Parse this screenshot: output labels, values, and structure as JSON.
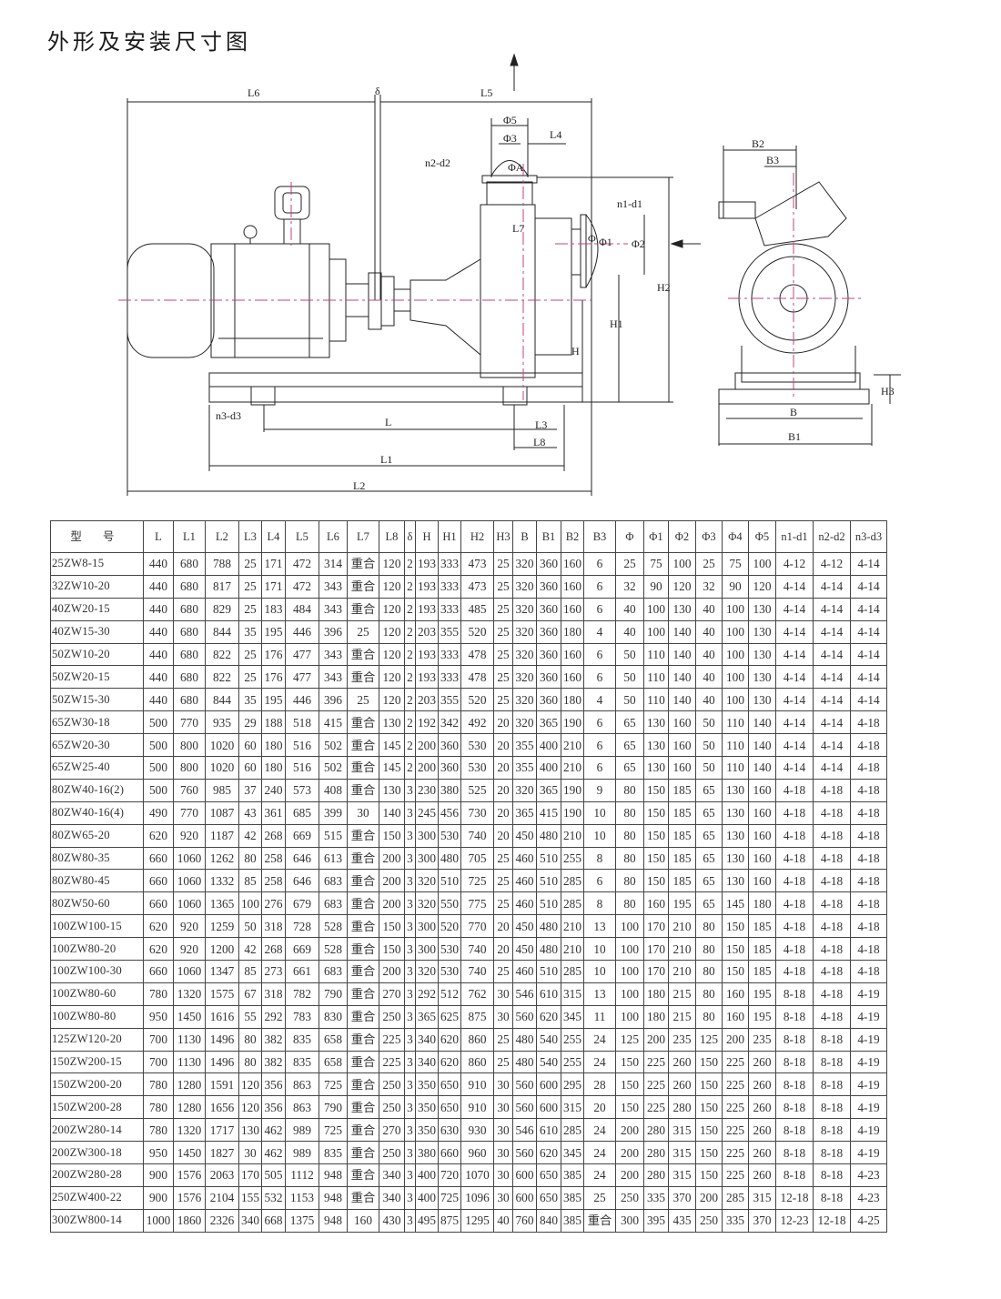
{
  "title": "外形及安装尺寸图",
  "drawing": {
    "labels": {
      "L6": "L6",
      "delta": "δ",
      "L5": "L5",
      "phi5": "Φ5",
      "L4": "L4",
      "phi3": "Φ3",
      "n2d2": "n2-d2",
      "phiA": "ΦA",
      "n1d1": "n1-d1",
      "L7": "L7",
      "phi": "Φ",
      "phi1": "Φ1",
      "phi2": "Φ2",
      "H": "H",
      "H1": "H1",
      "H2": "H2",
      "n3d3": "n3-d3",
      "L": "L",
      "L3": "L3",
      "L8": "L8",
      "L1": "L1",
      "L2": "L2",
      "B2": "B2",
      "B3": "B3",
      "H3": "H3",
      "B": "B",
      "B1": "B1"
    }
  },
  "table": {
    "headers": [
      "型 号",
      "L",
      "L1",
      "L2",
      "L3",
      "L4",
      "L5",
      "L6",
      "L7",
      "L8",
      "δ",
      "H",
      "H1",
      "H2",
      "H3",
      "B",
      "B1",
      "B2",
      "B3",
      "Φ",
      "Φ1",
      "Φ2",
      "Φ3",
      "Φ4",
      "Φ5",
      "n1-d1",
      "n2-d2",
      "n3-d3"
    ],
    "rows": [
      [
        "25ZW8-15",
        "440",
        "680",
        "788",
        "25",
        "171",
        "472",
        "314",
        "重合",
        "120",
        "2",
        "193",
        "333",
        "473",
        "25",
        "320",
        "360",
        "160",
        "6",
        "25",
        "75",
        "100",
        "25",
        "75",
        "100",
        "4-12",
        "4-12",
        "4-14"
      ],
      [
        "32ZW10-20",
        "440",
        "680",
        "817",
        "25",
        "171",
        "472",
        "343",
        "重合",
        "120",
        "2",
        "193",
        "333",
        "473",
        "25",
        "320",
        "360",
        "160",
        "6",
        "32",
        "90",
        "120",
        "32",
        "90",
        "120",
        "4-14",
        "4-14",
        "4-14"
      ],
      [
        "40ZW20-15",
        "440",
        "680",
        "829",
        "25",
        "183",
        "484",
        "343",
        "重合",
        "120",
        "2",
        "193",
        "333",
        "485",
        "25",
        "320",
        "360",
        "160",
        "6",
        "40",
        "100",
        "130",
        "40",
        "100",
        "130",
        "4-14",
        "4-14",
        "4-14"
      ],
      [
        "40ZW15-30",
        "440",
        "680",
        "844",
        "35",
        "195",
        "446",
        "396",
        "25",
        "120",
        "2",
        "203",
        "355",
        "520",
        "25",
        "320",
        "360",
        "180",
        "4",
        "40",
        "100",
        "140",
        "40",
        "100",
        "130",
        "4-14",
        "4-14",
        "4-14"
      ],
      [
        "50ZW10-20",
        "440",
        "680",
        "822",
        "25",
        "176",
        "477",
        "343",
        "重合",
        "120",
        "2",
        "193",
        "333",
        "478",
        "25",
        "320",
        "360",
        "160",
        "6",
        "50",
        "110",
        "140",
        "40",
        "100",
        "130",
        "4-14",
        "4-14",
        "4-14"
      ],
      [
        "50ZW20-15",
        "440",
        "680",
        "822",
        "25",
        "176",
        "477",
        "343",
        "重合",
        "120",
        "2",
        "193",
        "333",
        "478",
        "25",
        "320",
        "360",
        "160",
        "6",
        "50",
        "110",
        "140",
        "40",
        "100",
        "130",
        "4-14",
        "4-14",
        "4-14"
      ],
      [
        "50ZW15-30",
        "440",
        "680",
        "844",
        "35",
        "195",
        "446",
        "396",
        "25",
        "120",
        "2",
        "203",
        "355",
        "520",
        "25",
        "320",
        "360",
        "180",
        "4",
        "50",
        "110",
        "140",
        "40",
        "100",
        "130",
        "4-14",
        "4-14",
        "4-14"
      ],
      [
        "65ZW30-18",
        "500",
        "770",
        "935",
        "29",
        "188",
        "518",
        "415",
        "重合",
        "130",
        "2",
        "192",
        "342",
        "492",
        "20",
        "320",
        "365",
        "190",
        "6",
        "65",
        "130",
        "160",
        "50",
        "110",
        "140",
        "4-14",
        "4-14",
        "4-18"
      ],
      [
        "65ZW20-30",
        "500",
        "800",
        "1020",
        "60",
        "180",
        "516",
        "502",
        "重合",
        "145",
        "2",
        "200",
        "360",
        "530",
        "20",
        "355",
        "400",
        "210",
        "6",
        "65",
        "130",
        "160",
        "50",
        "110",
        "140",
        "4-14",
        "4-14",
        "4-18"
      ],
      [
        "65ZW25-40",
        "500",
        "800",
        "1020",
        "60",
        "180",
        "516",
        "502",
        "重合",
        "145",
        "2",
        "200",
        "360",
        "530",
        "20",
        "355",
        "400",
        "210",
        "6",
        "65",
        "130",
        "160",
        "50",
        "110",
        "140",
        "4-14",
        "4-14",
        "4-18"
      ],
      [
        "80ZW40-16(2)",
        "500",
        "760",
        "985",
        "37",
        "240",
        "573",
        "408",
        "重合",
        "130",
        "3",
        "230",
        "380",
        "525",
        "20",
        "320",
        "365",
        "190",
        "9",
        "80",
        "150",
        "185",
        "65",
        "130",
        "160",
        "4-18",
        "4-18",
        "4-18"
      ],
      [
        "80ZW40-16(4)",
        "490",
        "770",
        "1087",
        "43",
        "361",
        "685",
        "399",
        "30",
        "140",
        "3",
        "245",
        "456",
        "730",
        "20",
        "365",
        "415",
        "190",
        "10",
        "80",
        "150",
        "185",
        "65",
        "130",
        "160",
        "4-18",
        "4-18",
        "4-18"
      ],
      [
        "80ZW65-20",
        "620",
        "920",
        "1187",
        "42",
        "268",
        "669",
        "515",
        "重合",
        "150",
        "3",
        "300",
        "530",
        "740",
        "20",
        "450",
        "480",
        "210",
        "10",
        "80",
        "150",
        "185",
        "65",
        "130",
        "160",
        "4-18",
        "4-18",
        "4-18"
      ],
      [
        "80ZW80-35",
        "660",
        "1060",
        "1262",
        "80",
        "258",
        "646",
        "613",
        "重合",
        "200",
        "3",
        "300",
        "480",
        "705",
        "25",
        "460",
        "510",
        "255",
        "8",
        "80",
        "150",
        "185",
        "65",
        "130",
        "160",
        "4-18",
        "4-18",
        "4-18"
      ],
      [
        "80ZW80-45",
        "660",
        "1060",
        "1332",
        "85",
        "258",
        "646",
        "683",
        "重合",
        "200",
        "3",
        "320",
        "510",
        "725",
        "25",
        "460",
        "510",
        "285",
        "6",
        "80",
        "150",
        "185",
        "65",
        "130",
        "160",
        "4-18",
        "4-18",
        "4-18"
      ],
      [
        "80ZW50-60",
        "660",
        "1060",
        "1365",
        "100",
        "276",
        "679",
        "683",
        "重合",
        "200",
        "3",
        "320",
        "550",
        "775",
        "25",
        "460",
        "510",
        "285",
        "8",
        "80",
        "160",
        "195",
        "65",
        "145",
        "180",
        "4-18",
        "4-18",
        "4-18"
      ],
      [
        "100ZW100-15",
        "620",
        "920",
        "1259",
        "50",
        "318",
        "728",
        "528",
        "重合",
        "150",
        "3",
        "300",
        "520",
        "770",
        "20",
        "450",
        "480",
        "210",
        "13",
        "100",
        "170",
        "210",
        "80",
        "150",
        "185",
        "4-18",
        "4-18",
        "4-18"
      ],
      [
        "100ZW80-20",
        "620",
        "920",
        "1200",
        "42",
        "268",
        "669",
        "528",
        "重合",
        "150",
        "3",
        "300",
        "530",
        "740",
        "20",
        "450",
        "480",
        "210",
        "10",
        "100",
        "170",
        "210",
        "80",
        "150",
        "185",
        "4-18",
        "4-18",
        "4-18"
      ],
      [
        "100ZW100-30",
        "660",
        "1060",
        "1347",
        "85",
        "273",
        "661",
        "683",
        "重合",
        "200",
        "3",
        "320",
        "530",
        "740",
        "25",
        "460",
        "510",
        "285",
        "10",
        "100",
        "170",
        "210",
        "80",
        "150",
        "185",
        "4-18",
        "4-18",
        "4-18"
      ],
      [
        "100ZW80-60",
        "780",
        "1320",
        "1575",
        "67",
        "318",
        "782",
        "790",
        "重合",
        "270",
        "3",
        "292",
        "512",
        "762",
        "30",
        "546",
        "610",
        "315",
        "13",
        "100",
        "180",
        "215",
        "80",
        "160",
        "195",
        "8-18",
        "4-18",
        "4-19"
      ],
      [
        "100ZW80-80",
        "950",
        "1450",
        "1616",
        "55",
        "292",
        "783",
        "830",
        "重合",
        "250",
        "3",
        "365",
        "625",
        "875",
        "30",
        "560",
        "620",
        "345",
        "11",
        "100",
        "180",
        "215",
        "80",
        "160",
        "195",
        "8-18",
        "4-18",
        "4-19"
      ],
      [
        "125ZW120-20",
        "700",
        "1130",
        "1496",
        "80",
        "382",
        "835",
        "658",
        "重合",
        "225",
        "3",
        "340",
        "620",
        "860",
        "25",
        "480",
        "540",
        "255",
        "24",
        "125",
        "200",
        "235",
        "125",
        "200",
        "235",
        "8-18",
        "8-18",
        "4-19"
      ],
      [
        "150ZW200-15",
        "700",
        "1130",
        "1496",
        "80",
        "382",
        "835",
        "658",
        "重合",
        "225",
        "3",
        "340",
        "620",
        "860",
        "25",
        "480",
        "540",
        "255",
        "24",
        "150",
        "225",
        "260",
        "150",
        "225",
        "260",
        "8-18",
        "8-18",
        "4-19"
      ],
      [
        "150ZW200-20",
        "780",
        "1280",
        "1591",
        "120",
        "356",
        "863",
        "725",
        "重合",
        "250",
        "3",
        "350",
        "650",
        "910",
        "30",
        "560",
        "600",
        "295",
        "28",
        "150",
        "225",
        "260",
        "150",
        "225",
        "260",
        "8-18",
        "8-18",
        "4-19"
      ],
      [
        "150ZW200-28",
        "780",
        "1280",
        "1656",
        "120",
        "356",
        "863",
        "790",
        "重合",
        "250",
        "3",
        "350",
        "650",
        "910",
        "30",
        "560",
        "600",
        "315",
        "20",
        "150",
        "225",
        "280",
        "150",
        "225",
        "260",
        "8-18",
        "8-18",
        "4-19"
      ],
      [
        "200ZW280-14",
        "780",
        "1320",
        "1717",
        "130",
        "462",
        "989",
        "725",
        "重合",
        "270",
        "3",
        "350",
        "630",
        "930",
        "30",
        "546",
        "610",
        "285",
        "24",
        "200",
        "280",
        "315",
        "150",
        "225",
        "260",
        "8-18",
        "8-18",
        "4-19"
      ],
      [
        "200ZW300-18",
        "950",
        "1450",
        "1827",
        "30",
        "462",
        "989",
        "835",
        "重合",
        "250",
        "3",
        "380",
        "660",
        "960",
        "30",
        "560",
        "620",
        "345",
        "24",
        "200",
        "280",
        "315",
        "150",
        "225",
        "260",
        "8-18",
        "8-18",
        "4-19"
      ],
      [
        "200ZW280-28",
        "900",
        "1576",
        "2063",
        "170",
        "505",
        "1112",
        "948",
        "重合",
        "340",
        "3",
        "400",
        "720",
        "1070",
        "30",
        "600",
        "650",
        "385",
        "24",
        "200",
        "280",
        "315",
        "150",
        "225",
        "260",
        "8-18",
        "8-18",
        "4-23"
      ],
      [
        "250ZW400-22",
        "900",
        "1576",
        "2104",
        "155",
        "532",
        "1153",
        "948",
        "重合",
        "340",
        "3",
        "400",
        "725",
        "1096",
        "30",
        "600",
        "650",
        "385",
        "25",
        "250",
        "335",
        "370",
        "200",
        "285",
        "315",
        "12-18",
        "8-18",
        "4-23"
      ],
      [
        "300ZW800-14",
        "1000",
        "1860",
        "2326",
        "340",
        "668",
        "1375",
        "948",
        "160",
        "430",
        "3",
        "495",
        "875",
        "1295",
        "40",
        "760",
        "840",
        "385",
        "重合",
        "300",
        "395",
        "435",
        "250",
        "335",
        "370",
        "12-23",
        "12-18",
        "4-25"
      ]
    ]
  }
}
